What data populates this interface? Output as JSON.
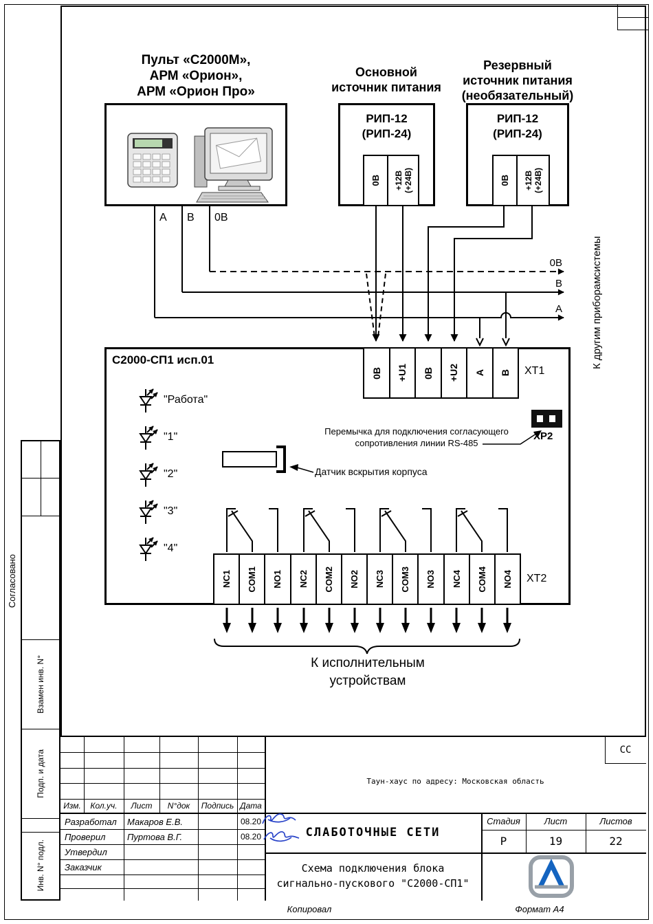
{
  "page": {
    "copied": "Копировал",
    "format": "Формат А4"
  },
  "margin": {
    "approved": "Согласовано",
    "stamps": [
      "Взамен инв. N°",
      "Подп. и дата",
      "Инв. N° подл."
    ]
  },
  "diagram": {
    "console": {
      "title_lines": [
        "Пульт «С2000М»,",
        "АРМ «Орион»,",
        "АРМ «Орион Про»"
      ]
    },
    "main_power": {
      "title_lines": [
        "Основной",
        "источник питания"
      ],
      "device_lines": [
        "РИП-12",
        "(РИП-24)"
      ],
      "terminals": [
        "0В",
        "+12В",
        "(+24В)"
      ]
    },
    "backup_power": {
      "title_lines": [
        "Резервный",
        "источник питания",
        "(необязательный)"
      ],
      "device_lines": [
        "РИП-12",
        "(РИП-24)"
      ],
      "terminals": [
        "0В",
        "+12В",
        "(+24В)"
      ]
    },
    "bus": {
      "a": "А",
      "b": "В",
      "zero": "0В"
    },
    "right_bus": {
      "zero": "0В",
      "b": "В",
      "a": "А",
      "caption_lines": [
        "К другим приборам",
        "системы"
      ]
    },
    "device": {
      "title": "С2000-СП1 исп.01",
      "xt1_label": "ХТ1",
      "xt1_terminals": [
        "0В",
        "+U1",
        "0В",
        "+U2",
        "А",
        "В"
      ],
      "led_labels": [
        "\"Работа\"",
        "\"1\"",
        "\"2\"",
        "\"3\"",
        "\"4\""
      ],
      "xp2_label": "ХР2",
      "xp2_caption_lines": [
        "Перемычка для подключения согласующего",
        "сопротивления линии RS-485"
      ],
      "tamper_caption": "Датчик вскрытия корпуса",
      "xt2_label": "ХТ2",
      "xt2_terminals": [
        "NC1",
        "COM1",
        "NO1",
        "NC2",
        "COM2",
        "NO2",
        "NC3",
        "COM3",
        "NO3",
        "NC4",
        "COM4",
        "NO4"
      ]
    },
    "outputs_caption_lines": [
      "К исполнительным",
      "устройствам"
    ]
  },
  "title_block": {
    "code": "СС",
    "address": "Таун-хаус по адресу: Московская область",
    "header": [
      "Изм.",
      "Кол.уч.",
      "Лист",
      "N°док",
      "Подпись",
      "Дата"
    ],
    "rows": [
      {
        "role": "Разработал",
        "name": "Макаров Е.В.",
        "date": "08.20"
      },
      {
        "role": "Проверил",
        "name": "Пуртова В.Г.",
        "date": "08.20"
      },
      {
        "role": "Утвердил",
        "name": "",
        "date": ""
      },
      {
        "role": "Заказчик",
        "name": "",
        "date": ""
      }
    ],
    "project_name": "СЛАБОТОЧНЫЕ СЕТИ",
    "stage_label": "Стадия",
    "stage_value": "Р",
    "sheet_label": "Лист",
    "sheet_value": "19",
    "sheets_label": "Листов",
    "sheets_value": "22",
    "doc_title_lines": [
      "Схема подключения блока",
      "сигнально-пускового \"С2000-СП1\""
    ]
  }
}
